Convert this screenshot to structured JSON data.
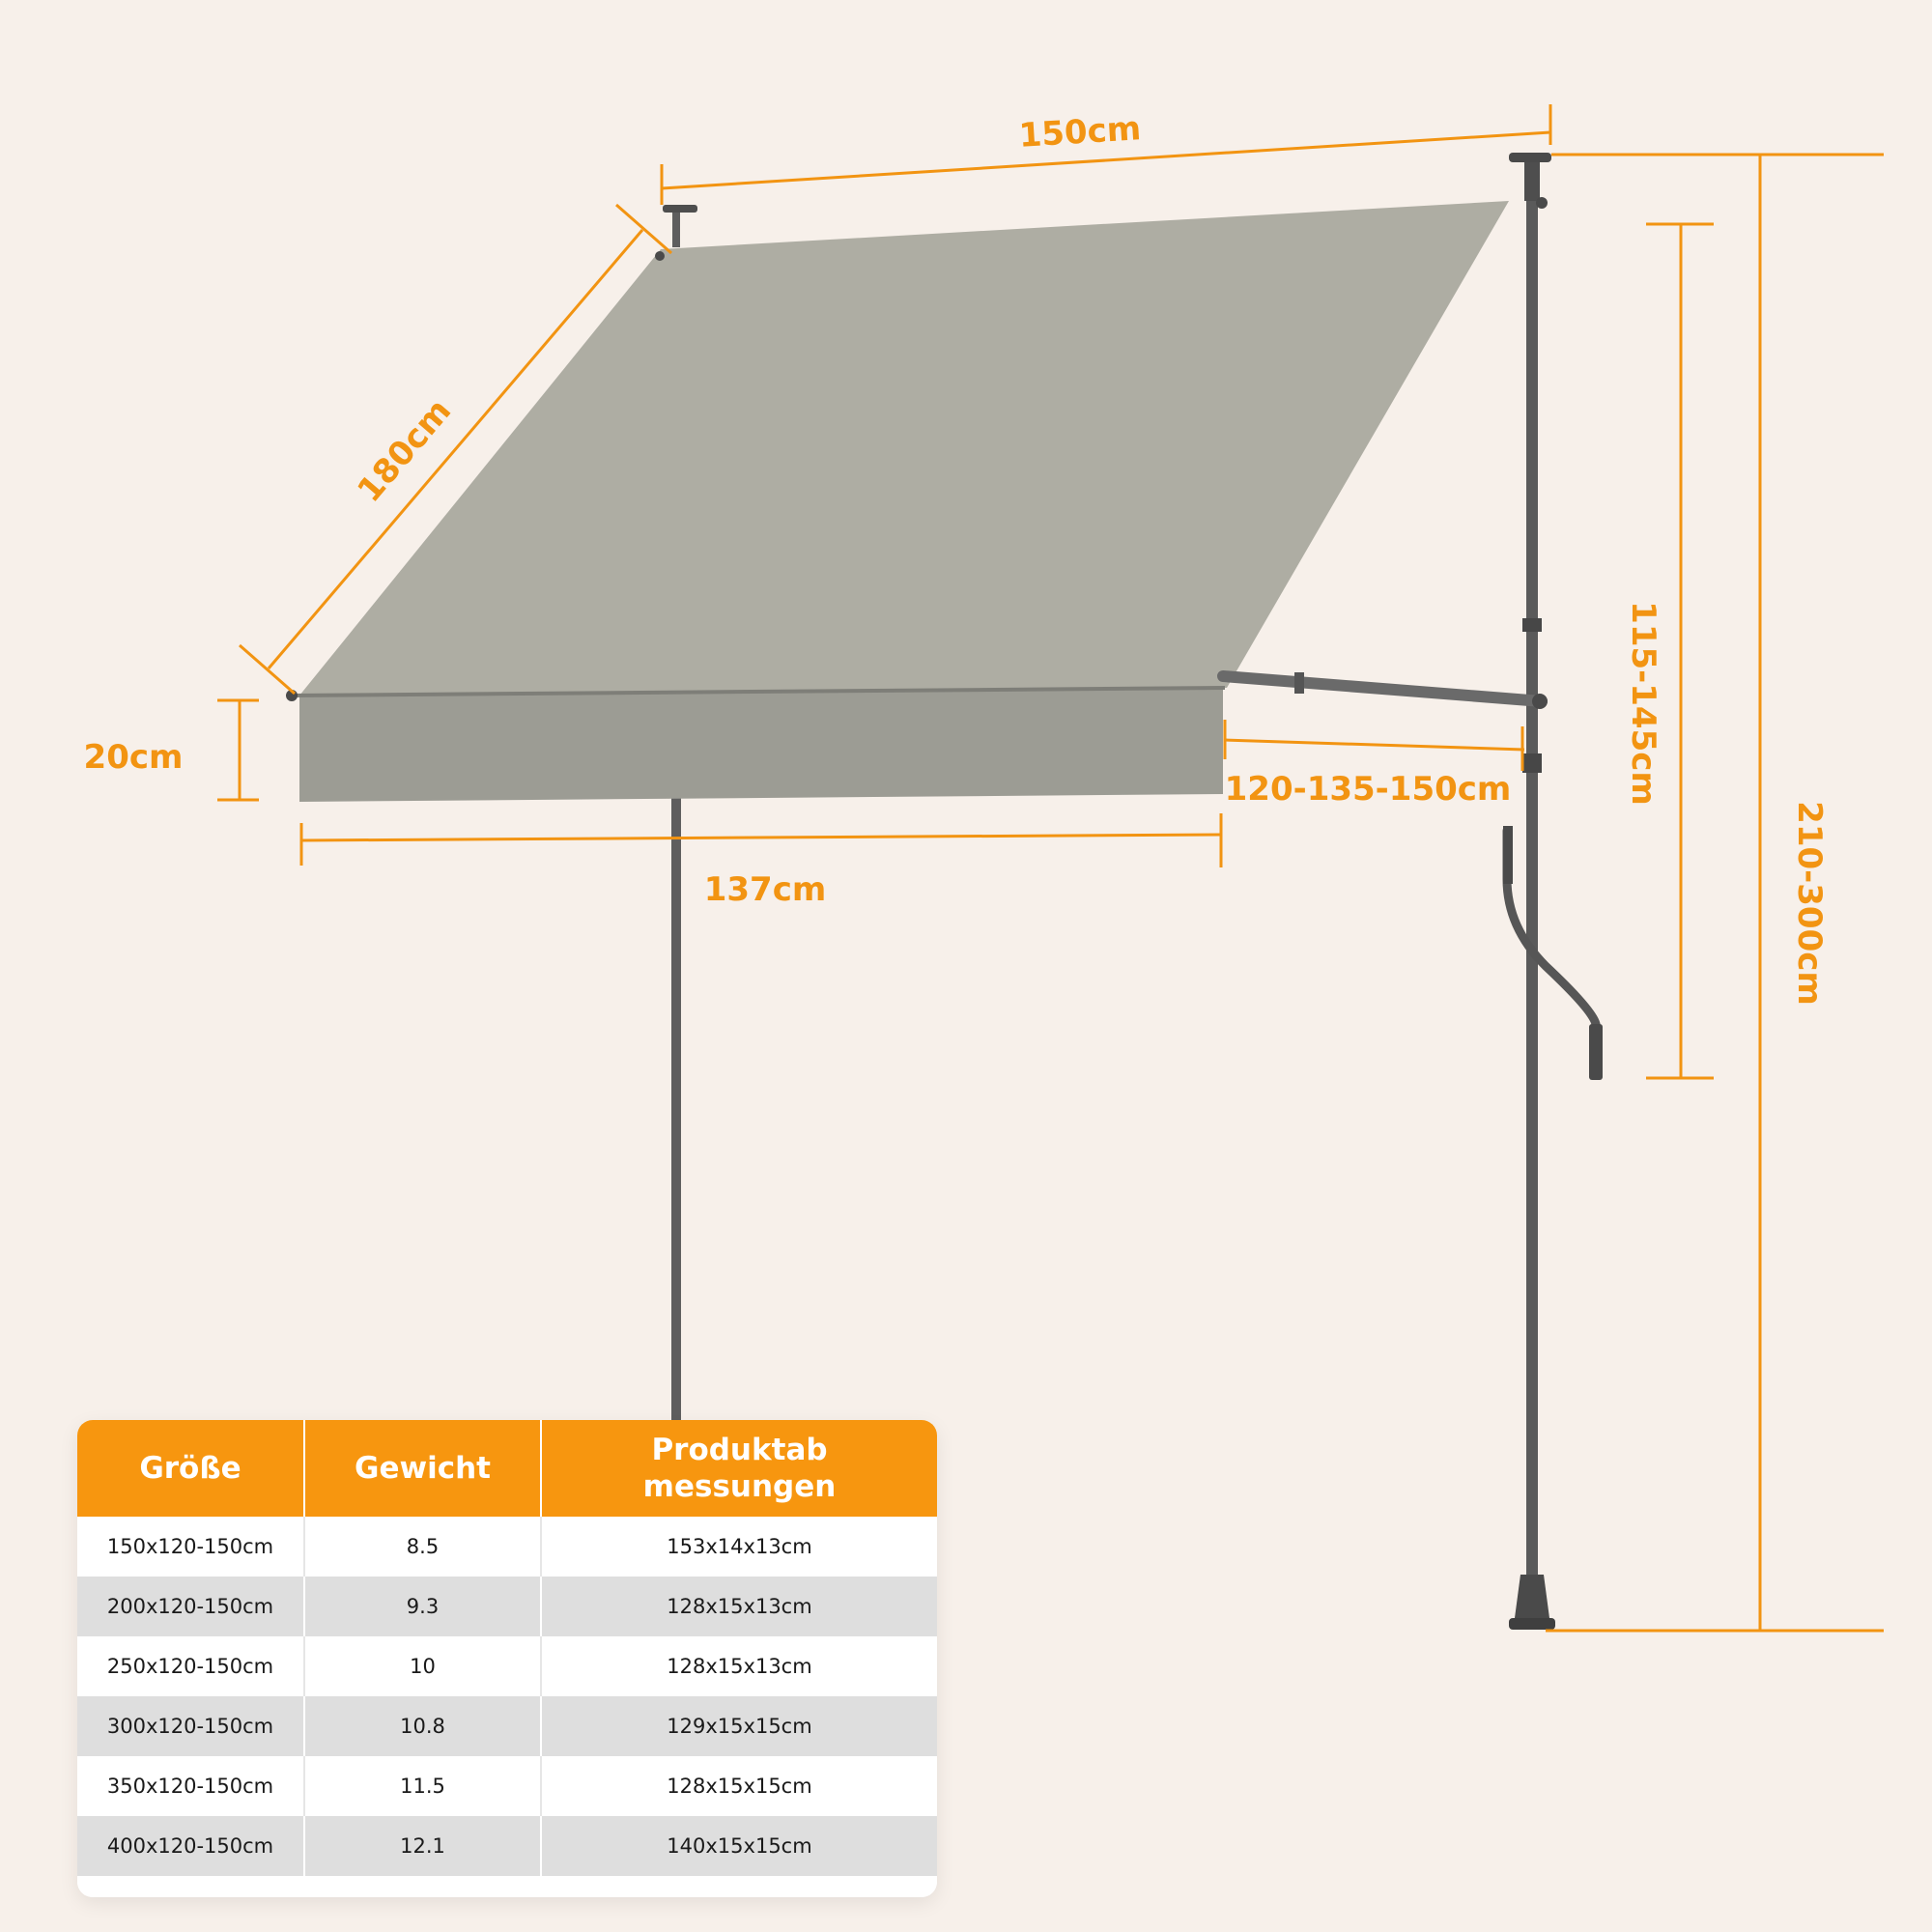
{
  "colors": {
    "accent": "#f29412",
    "header": "#f7960f",
    "fabric": "#aeada3",
    "frame": "#5b5b5b",
    "background": "#f7f0ea"
  },
  "dimensions": {
    "width_top": "150cm",
    "depth": "180cm",
    "valance": "20cm",
    "front_width": "137cm",
    "arm_range": "120-135-150cm",
    "mount_height": "115-145cm",
    "pole_height": "210-300cm"
  },
  "table": {
    "headers": [
      "Größe",
      "Gewicht",
      "Produktab messungen"
    ],
    "rows": [
      [
        "150x120-150cm",
        "8.5",
        "153x14x13cm"
      ],
      [
        "200x120-150cm",
        "9.3",
        "128x15x13cm"
      ],
      [
        "250x120-150cm",
        "10",
        "128x15x13cm"
      ],
      [
        "300x120-150cm",
        "10.8",
        "129x15x15cm"
      ],
      [
        "350x120-150cm",
        "11.5",
        "128x15x15cm"
      ],
      [
        "400x120-150cm",
        "12.1",
        "140x15x15cm"
      ]
    ]
  }
}
